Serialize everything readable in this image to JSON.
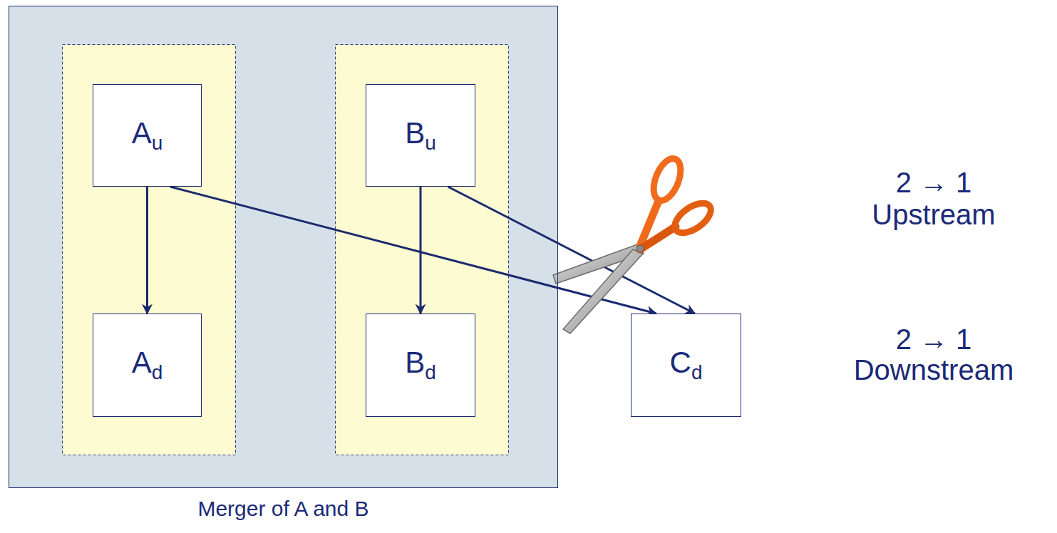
{
  "diagram": {
    "nodes": [
      {
        "text": [
          "Merger of A and B"
        ]
      },
      {
        "text": [
          "Au"
        ],
        "in": 0
      },
      {
        "text": [
          "Bu"
        ],
        "in": 0
      },
      {
        "text": [
          "Ad"
        ],
        "in": 0
      },
      {
        "text": [
          "Bd"
        ],
        "in": 0
      },
      {
        "text": [
          "Cd"
        ]
      }
    ],
    "edges": [
      {
        "from": 1,
        "to": 3,
        "arrow": "to"
      },
      {
        "from": 2,
        "to": 4,
        "arrow": "to"
      },
      {
        "from": 1,
        "to": 5,
        "arrow": "to"
      },
      {
        "from": 2,
        "to": 5,
        "arrow": "to"
      }
    ],
    "labels": [
      "2 → 1",
      "Upstream",
      "2 → 1",
      "Downstream"
    ]
  }
}
